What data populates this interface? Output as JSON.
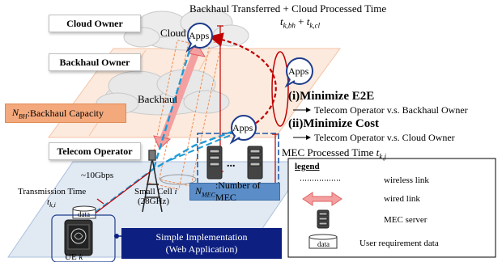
{
  "diagram": {
    "owners": {
      "cloud": "Cloud Owner",
      "backhaul": "Backhaul Owner",
      "telecom": "Telecom Operator"
    },
    "cloud_label": "Cloud",
    "backhaul_label": "Backhaul",
    "apps_label": "Apps",
    "top_title": "Backhaul Transferred + Cloud Processed Time",
    "top_formula": "t",
    "objectives": {
      "e2e_title": "(i)Minimize E2E",
      "e2e_desc": "Telecom Operator v.s. Backhaul Owner",
      "cost_title": "(ii)Minimize Cost",
      "cost_desc": "Telecom Operator v.s. Cloud Owner"
    },
    "backhaul_capacity": ":Backhaul Capacity",
    "mec_processed": "MEC Processed Time",
    "mec_number": ":Number of MEC",
    "speed": "~10Gbps",
    "transmission_time": "Transmission Time",
    "small_cell": "Small Cell",
    "small_cell_freq": "(28GHz)",
    "data_label": "data",
    "ue_label": "UE",
    "ellipsis": "...",
    "implementation": {
      "line1": "Simple Implementation",
      "line2": "(Web Application)"
    },
    "legend": {
      "title": "legend",
      "items": [
        "wireless link",
        "wired link",
        "MEC server",
        "User requirement data"
      ]
    },
    "colors": {
      "orange_box": "#f4a97d",
      "blue_box": "#5b8ec9",
      "navy_box": "#0d1f80",
      "dashed_blue": "#1f9ad6",
      "dashed_red": "#c00000",
      "plane_blue": "#dce6f2",
      "plane_orange": "#fbe3d3"
    }
  }
}
